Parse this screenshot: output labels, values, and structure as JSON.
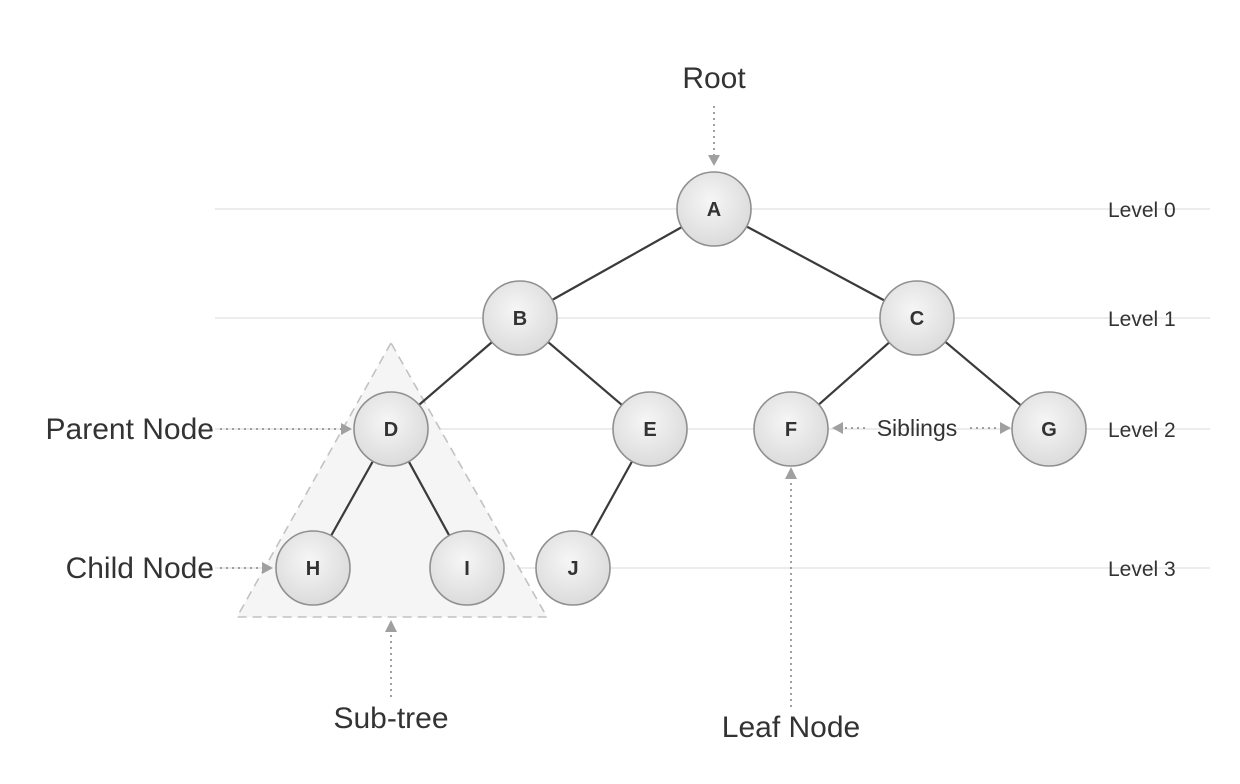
{
  "annotations": {
    "root": "Root",
    "parent_node": "Parent Node",
    "child_node": "Child Node",
    "sub_tree": "Sub-tree",
    "leaf_node": "Leaf Node",
    "siblings": "Siblings"
  },
  "levels": [
    "Level 0",
    "Level 1",
    "Level 2",
    "Level 3"
  ],
  "nodes": {
    "A": "A",
    "B": "B",
    "C": "C",
    "D": "D",
    "E": "E",
    "F": "F",
    "G": "G",
    "H": "H",
    "I": "I",
    "J": "J"
  },
  "edges": [
    [
      "A",
      "B"
    ],
    [
      "A",
      "C"
    ],
    [
      "B",
      "D"
    ],
    [
      "B",
      "E"
    ],
    [
      "C",
      "F"
    ],
    [
      "C",
      "G"
    ],
    [
      "D",
      "H"
    ],
    [
      "D",
      "I"
    ],
    [
      "E",
      "J"
    ]
  ],
  "colors": {
    "node_fill_light": "#f4f4f4",
    "node_fill_dark": "#dcdcdc",
    "edge": "#3a3a3a",
    "annotation_arrow": "#a0a0a0",
    "level_line": "#e6e6e6"
  }
}
